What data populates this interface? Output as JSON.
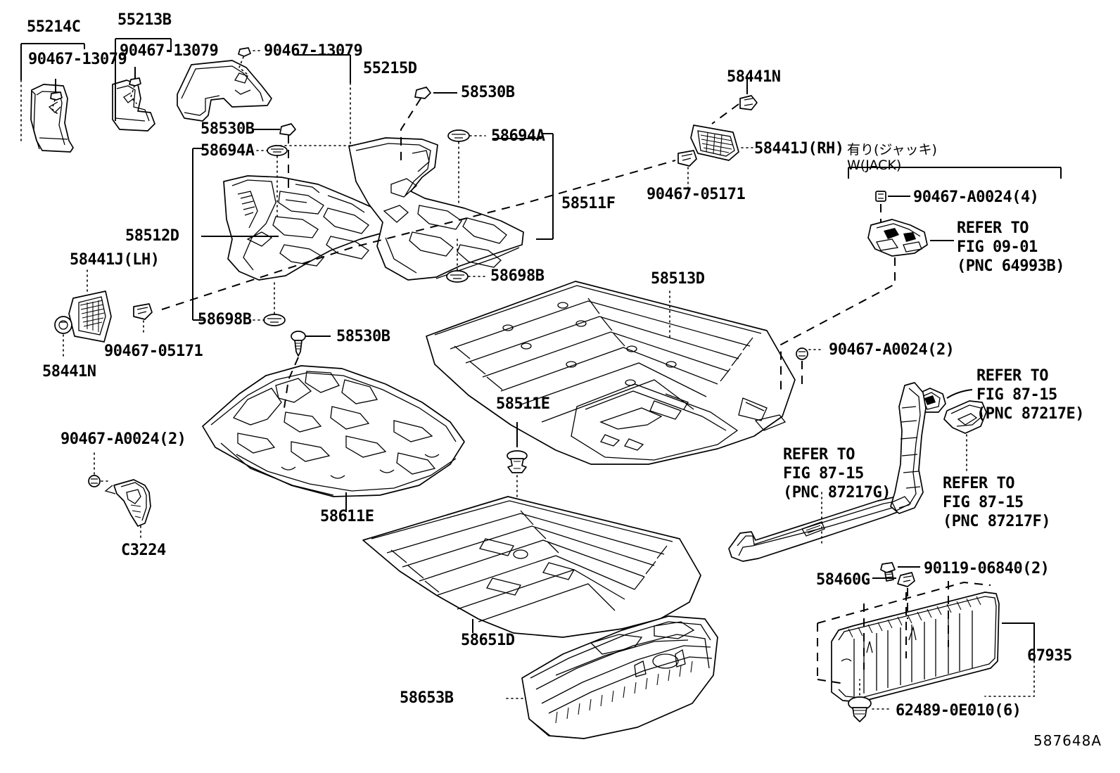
{
  "diagram": {
    "figure_code": "587648A",
    "jack_note_jp": "有り(ジャッキ)",
    "jack_note_en": "W(JACK)"
  },
  "labels": {
    "l55214C": "55214C",
    "l55213B": "55213B",
    "l55215D": "55215D",
    "l90467_13079_a": "90467-13079",
    "l90467_13079_b": "90467-13079",
    "l90467_13079_c": "90467-13079",
    "l58530B_a": "58530B",
    "l58530B_b": "58530B",
    "l58530B_c": "58530B",
    "l58694A_a": "58694A",
    "l58694A_b": "58694A",
    "l58698B_a": "58698B",
    "l58698B_b": "58698B",
    "l58512D": "58512D",
    "l58511F": "58511F",
    "l58441J_LH": "58441J(LH)",
    "l58441J_RH": "58441J(RH)",
    "l58441N_a": "58441N",
    "l58441N_b": "58441N",
    "l90467_05171_a": "90467-05171",
    "l90467_05171_b": "90467-05171",
    "l90467_A0024_4": "90467-A0024(4)",
    "l90467_A0024_2a": "90467-A0024(2)",
    "l90467_A0024_2b": "90467-A0024(2)",
    "refer_09_01": "REFER TO\nFIG 09-01\n(PNC 64993B)",
    "l58513D": "58513D",
    "l58511E": "58511E",
    "l58611E": "58611E",
    "l58651D": "58651D",
    "l58653B": "58653B",
    "lC3224": "C3224",
    "refer_87217G": "REFER TO\nFIG 87-15\n(PNC 87217G)",
    "refer_87217E": "REFER TO\nFIG 87-15\n(PNC 87217E)",
    "refer_87217F": "REFER TO\nFIG 87-15\n(PNC 87217F)",
    "l58460G": "58460G",
    "l90119_06840_2": "90119-06840(2)",
    "l62489_0E010_6": "62489-0E010(6)",
    "l67935": "67935"
  }
}
